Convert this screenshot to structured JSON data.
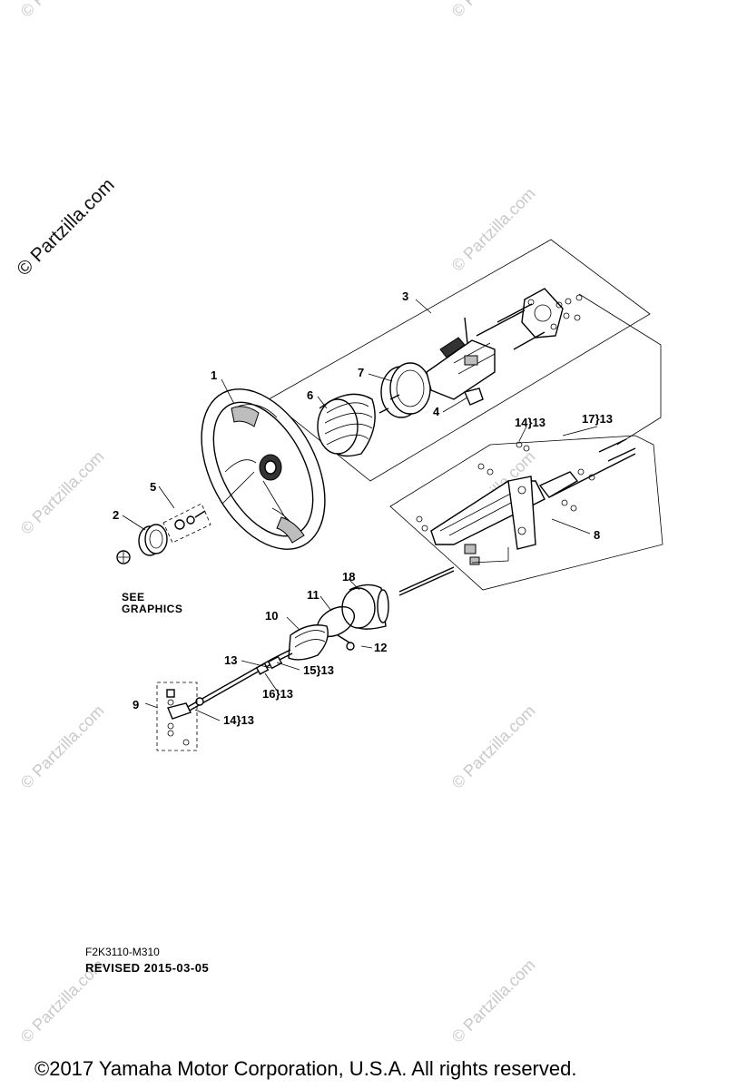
{
  "watermark": {
    "main_text": "© Partzilla.com",
    "repeat_text": "© Partzilla.com"
  },
  "callouts": {
    "c1": "1",
    "c2": "2",
    "c3": "3",
    "c4": "4",
    "c5": "5",
    "c6": "6",
    "c7": "7",
    "c8": "8",
    "c9": "9",
    "c10": "10",
    "c11": "11",
    "c12": "12",
    "c13": "13",
    "c14_13_top": "14}13",
    "c17_13": "17}13",
    "c18": "18",
    "c15_13": "15}13",
    "c16_13": "16}13",
    "c14_13_bottom": "14}13"
  },
  "see_graphics": {
    "line1": "SEE",
    "line2": "GRAPHICS"
  },
  "drawing_code": "F2K3110-M310",
  "revised": "REVISED 2015-03-05",
  "copyright": "©2017  Yamaha Motor Corporation, U.S.A. All rights reserved."
}
